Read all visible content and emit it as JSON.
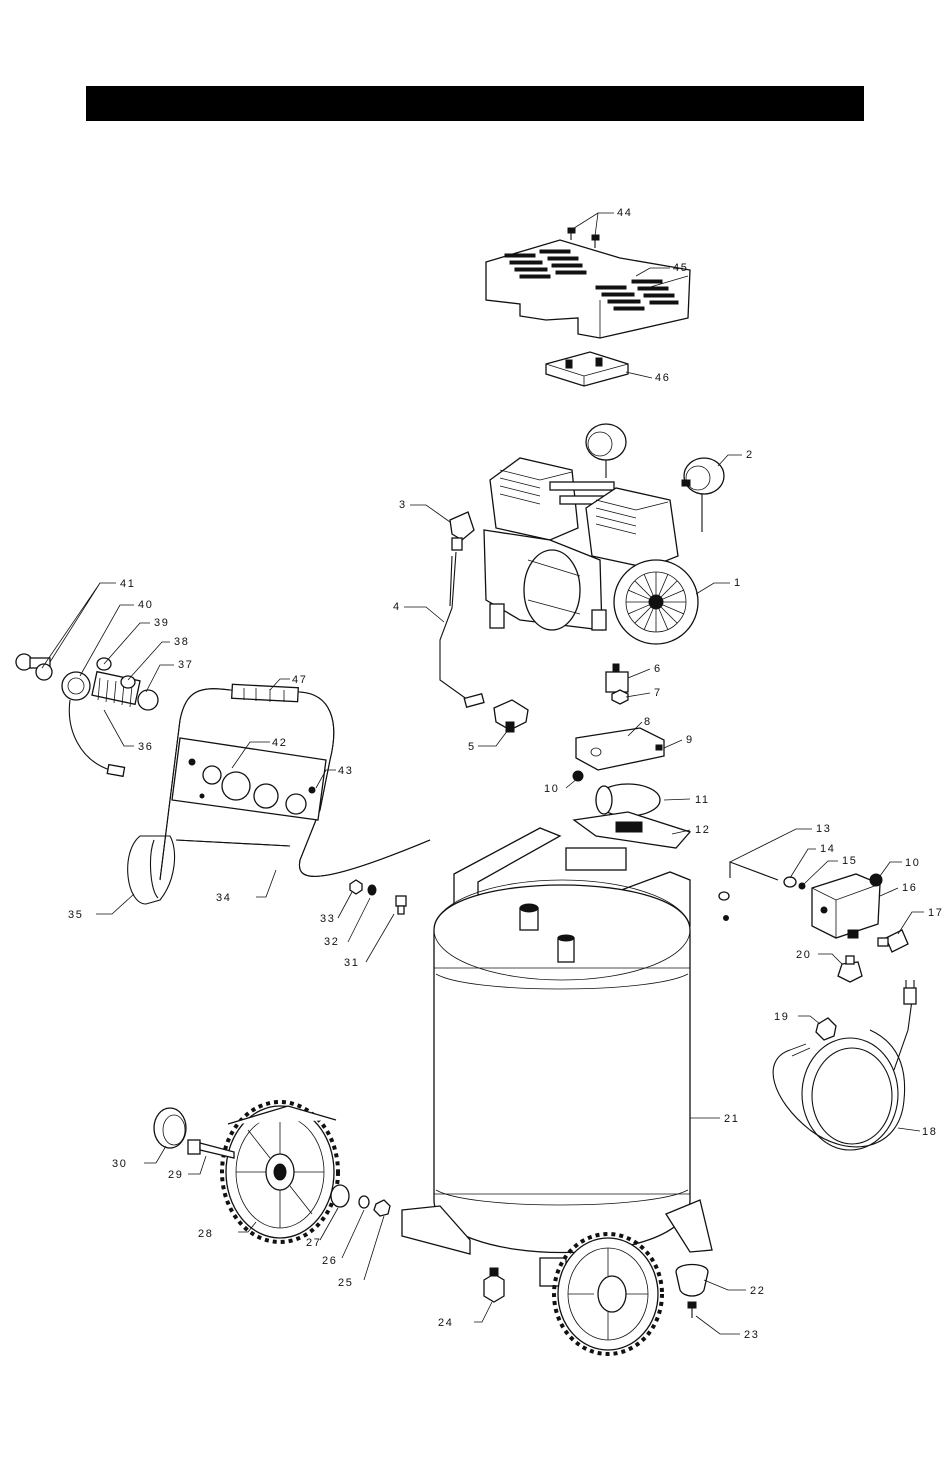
{
  "diagram": {
    "labels": {
      "p1": "1",
      "p2": "2",
      "p3": "3",
      "p4": "4",
      "p5": "5",
      "p6": "6",
      "p7": "7",
      "p8": "8",
      "p9": "9",
      "p10a": "10",
      "p10b": "10",
      "p11": "11",
      "p12": "12",
      "p13": "13",
      "p14": "14",
      "p15": "15",
      "p16": "16",
      "p17": "17",
      "p18": "18",
      "p19": "19",
      "p20": "20",
      "p21": "21",
      "p22": "22",
      "p23": "23",
      "p24": "24",
      "p25": "25",
      "p26": "26",
      "p27": "27",
      "p28": "28",
      "p29": "29",
      "p30": "30",
      "p31": "31",
      "p32": "32",
      "p33": "33",
      "p34": "34",
      "p35": "35",
      "p36": "36",
      "p37": "37",
      "p38": "38",
      "p39": "39",
      "p40": "40",
      "p41": "41",
      "p42": "42",
      "p43": "43",
      "p44": "44",
      "p45": "45",
      "p46": "46",
      "p47": "47"
    }
  }
}
